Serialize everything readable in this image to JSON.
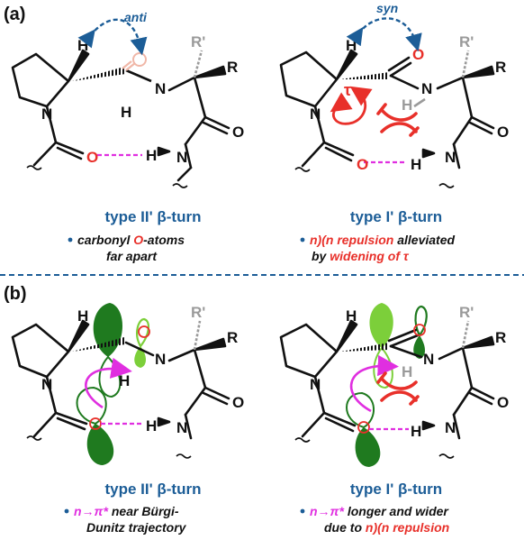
{
  "panels": {
    "a": {
      "label": "(a)",
      "left": {
        "arrow_label": "anti",
        "title": "type II' β-turn",
        "note_parts": [
          "carbonyl ",
          "O",
          "-atoms",
          "far apart"
        ]
      },
      "right": {
        "arrow_label": "syn",
        "tau_symbol": "τ",
        "title": "type I' β-turn",
        "note_parts": [
          "n)(n repulsion",
          " alleviated",
          "by ",
          "widening of τ"
        ]
      }
    },
    "b": {
      "label": "(b)",
      "left": {
        "title": "type II' β-turn",
        "note_parts": [
          "n→π*",
          " near Bürgi-",
          "Dunitz trajectory"
        ]
      },
      "right": {
        "title": "type I' β-turn",
        "note_parts": [
          "n→π*",
          " longer and wider",
          "due to ",
          "n)(n repulsion"
        ]
      }
    }
  },
  "atoms": {
    "H": "H",
    "N": "N",
    "O": "O",
    "R": "R",
    "R_prime": "R'"
  },
  "colors": {
    "title_blue": "#1c5d97",
    "oxygen_red": "#e8302a",
    "hbond_magenta": "#e02fe0",
    "orbital_dark": "#1f7a1f",
    "orbital_light": "#7ccf3a",
    "divider": "#1c5d97"
  }
}
